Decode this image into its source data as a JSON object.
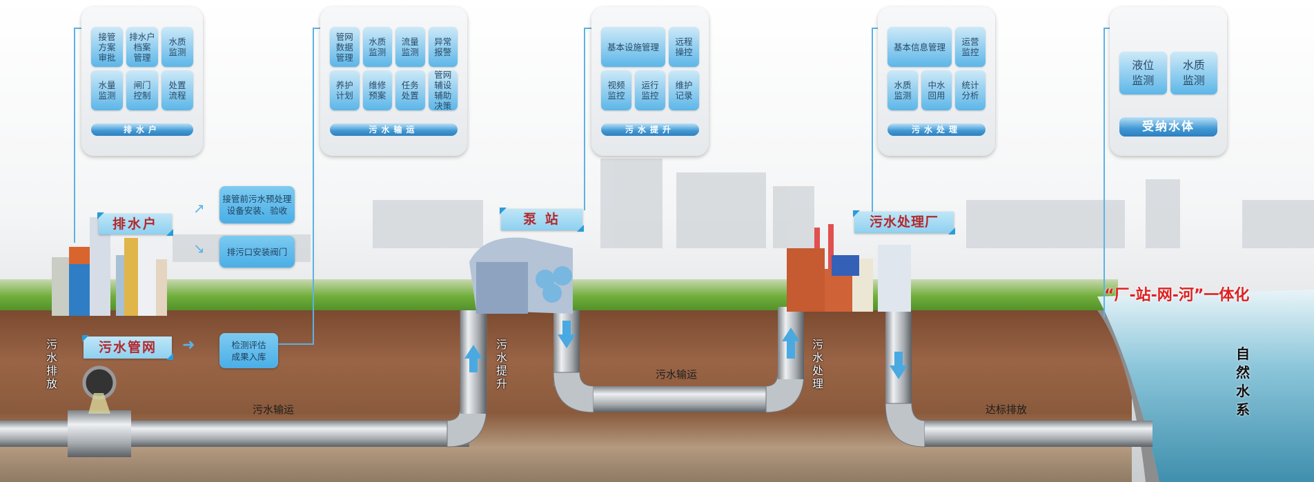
{
  "panels": {
    "discharger": {
      "items": [
        "接管\n方案\n审批",
        "排水户\n档案\n管理",
        "水质\n监测",
        "水量\n监测",
        "闸门\n控制",
        "处置\n流程"
      ],
      "footer": "排水户"
    },
    "transport": {
      "items": [
        "管网\n数据\n管理",
        "水质\n监测",
        "流量\n监测",
        "异常\n报警",
        "养护\n计划",
        "维修\n预案",
        "任务\n处置",
        "管网\n辅设\n辅助\n决策"
      ],
      "footer": "污水输运"
    },
    "lifting": {
      "items": [
        "基本设施管理",
        "远程\n操控",
        "视频\n监控",
        "运行\n监控",
        "维护\n记录"
      ],
      "footer": "污水提升"
    },
    "treatment": {
      "items": [
        "基本信息管理",
        "运营\n监控",
        "水质\n监测",
        "中水\n回用",
        "统计\n分析"
      ],
      "footer": "污水处理"
    },
    "receiving": {
      "items": [
        "液位\n监测",
        "水质\n监测"
      ],
      "footer": "受纳水体"
    }
  },
  "ribbons": {
    "discharger": "排水户",
    "pump_station": "泵 站",
    "plant": "污水处理厂",
    "pipe_network": "污水管网"
  },
  "info_boxes": {
    "pretreatment": "接管前污水预处理\n设备安装、验收",
    "valve": "排污口安装阀门",
    "inspection": "检测评估\n成果入库"
  },
  "vertical_labels": {
    "discharge": "污水排放",
    "lift": "污水提升",
    "treat": "污水处理",
    "natural": "自然水系"
  },
  "pipe_labels": {
    "transport1": "污水输运",
    "transport2": "污水输运",
    "compliant": "达标排放"
  },
  "slogan": "“厂-站-网-河”一体化",
  "colors": {
    "accent": "#4aaee6",
    "slogan": "#e02020",
    "ribbon_text": "#b3272a"
  }
}
